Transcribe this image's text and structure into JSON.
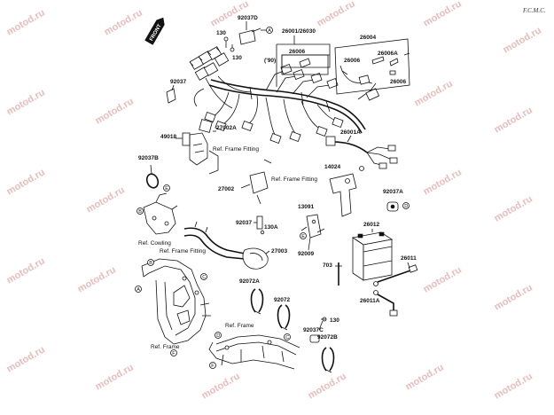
{
  "watermark": "motod.ru",
  "handwritten_note": "F.C.M.C.",
  "front_mark": "FRONT",
  "part_numbers": {
    "p92037D": "92037D",
    "p130_a": "130",
    "p130_b": "130",
    "p26001_26030": "26001/26030",
    "p26004": "26004",
    "p26006_a": "26006",
    "p26006_b": "26006",
    "p26006A": "26006A",
    "p26006_c": "26006",
    "year_90": "('90)",
    "p92037_top": "92037",
    "p49018": "49018",
    "p27002A": "27002A",
    "p26001A": "26001A",
    "p92037B": "92037B",
    "p27002": "27002",
    "p14024": "14024",
    "p92037A": "92037A",
    "p13091": "13091",
    "p92037_mid": "92037",
    "p130A": "130A",
    "p27003": "27003",
    "p26012": "26012",
    "p92009": "92009",
    "p703": "703",
    "p26011": "26011",
    "p26011A": "26011A",
    "p92072A": "92072A",
    "p92072": "92072",
    "p92037C": "92037C",
    "p130_c": "130",
    "p92072B": "92072B"
  },
  "reference_labels": {
    "frame_fitting_1": "Ref. Frame Fitting",
    "frame_fitting_2": "Ref. Frame Fitting",
    "frame_fitting_3": "Ref. Frame Fitting",
    "cowling": "Ref. Cowling",
    "frame_1": "Ref. Frame",
    "frame_2": "Ref. Frame"
  },
  "circle_markers": {
    "a": "A",
    "b": "B",
    "c": "C",
    "d": "D",
    "e": "E",
    "f": "F"
  }
}
